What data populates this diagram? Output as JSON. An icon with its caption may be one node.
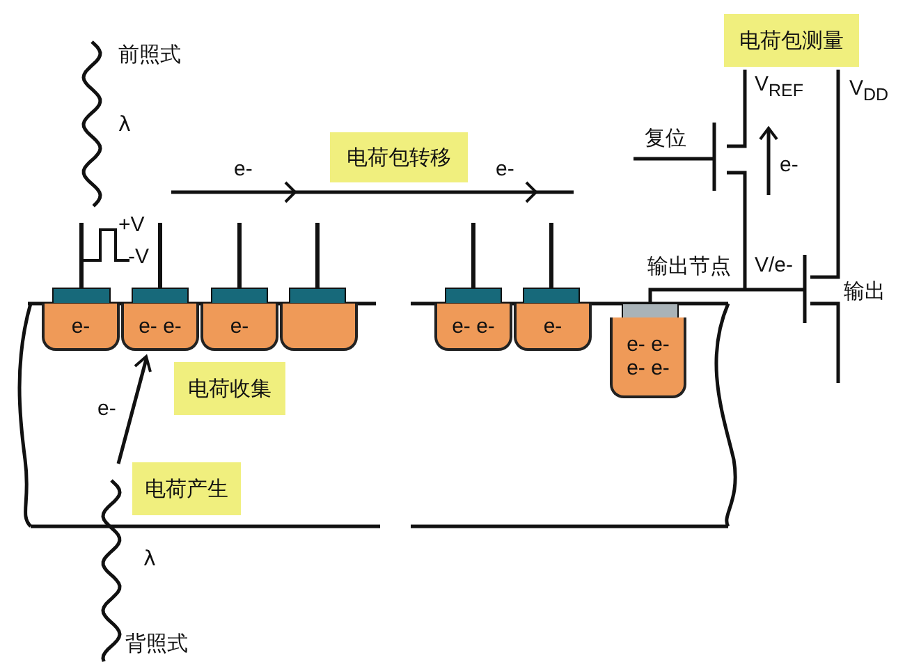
{
  "diagram": {
    "nodes": [
      {
        "text": [
          "电荷包测量"
        ]
      },
      {
        "text": [
          "电荷包转移"
        ]
      },
      {
        "text": [
          "e-"
        ]
      },
      {
        "text": [
          "e- e-"
        ]
      },
      {
        "text": [
          "e-"
        ]
      },
      {
        "text": [],
        "shape": "box"
      },
      {
        "text": [
          "e- e-"
        ]
      },
      {
        "text": [
          "e-"
        ]
      },
      {
        "text": [
          "e- e- e- e-"
        ]
      },
      {
        "text": [
          "电荷收集"
        ]
      },
      {
        "text": [
          "电荷产生"
        ]
      }
    ],
    "labels": [
      "前照式",
      "λ",
      "e-",
      "+V",
      "-V",
      "e-",
      "复位",
      "V$_{REF}$",
      "e-",
      "V$_{DD}$",
      "输出节点",
      "V/e-",
      "输出",
      "e-",
      "λ",
      "背照式"
    ]
  }
}
